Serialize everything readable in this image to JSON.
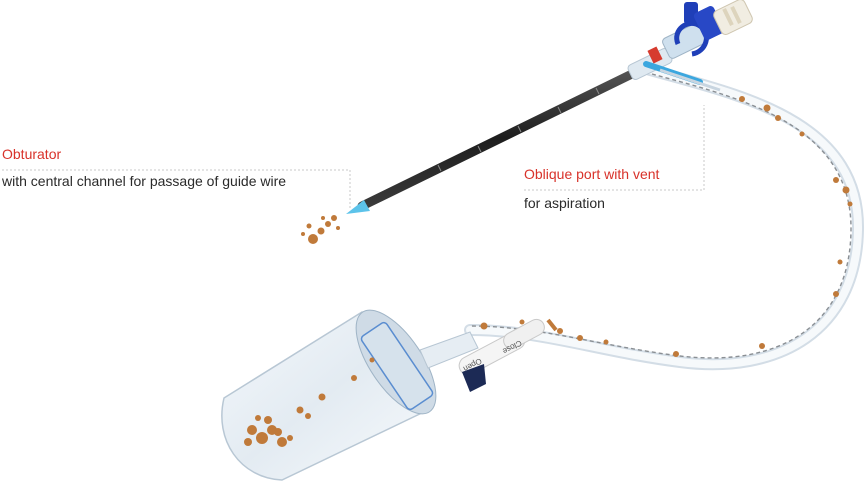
{
  "callouts": {
    "obturator": {
      "title": "Obturator",
      "description": "with central channel for passage of guide wire"
    },
    "oblique_port": {
      "title": "Oblique port with vent",
      "description": "for aspiration"
    }
  },
  "device_labels": {
    "valve_open": "Open",
    "valve_close": "Close"
  },
  "colors": {
    "callout_title": "#d8322a",
    "body_text": "#2a2a2a",
    "leader_line": "#c9c9c9",
    "obturator_shaft": "#2b2b2b",
    "obturator_tip": "#5cc3ea",
    "hub_blue": "#1f3fb8",
    "clot_orange": "#c07a3a",
    "clear_plastic": "#dbe6ef"
  }
}
